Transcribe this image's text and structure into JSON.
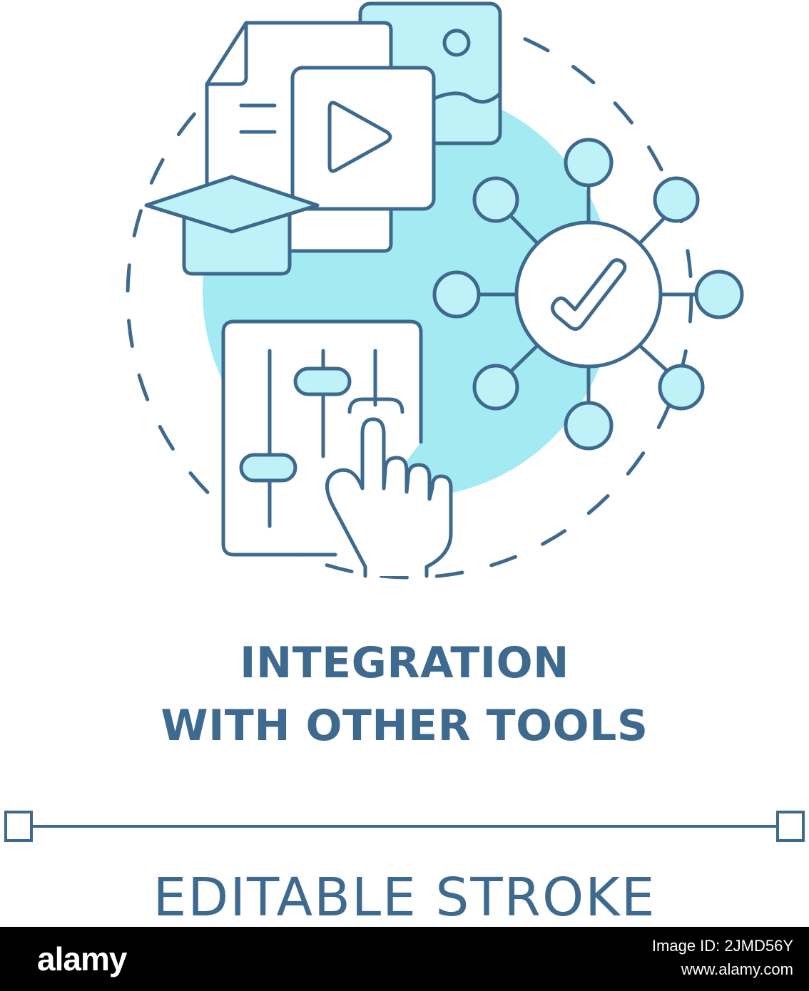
{
  "colors": {
    "stroke": "#3d6a8e",
    "fill_light": "#bff2f8",
    "blob": "#a3eaf3",
    "background": "#ffffff",
    "footer_bg": "#000000",
    "footer_text": "#ffffff"
  },
  "icons": [
    "document-icon",
    "image-file-icon",
    "video-file-icon",
    "graduation-cap-icon",
    "mixer-sliders-icon",
    "pointing-hand-icon",
    "network-check-icon"
  ],
  "title": {
    "line1": "INTEGRATION",
    "line2": "WITH OTHER TOOLS"
  },
  "editable": {
    "label": "EDITABLE STROKE"
  },
  "footer": {
    "logo": "alamy",
    "image_id_line": "Image ID: 2JMD56Y",
    "site": "www.alamy.com"
  }
}
